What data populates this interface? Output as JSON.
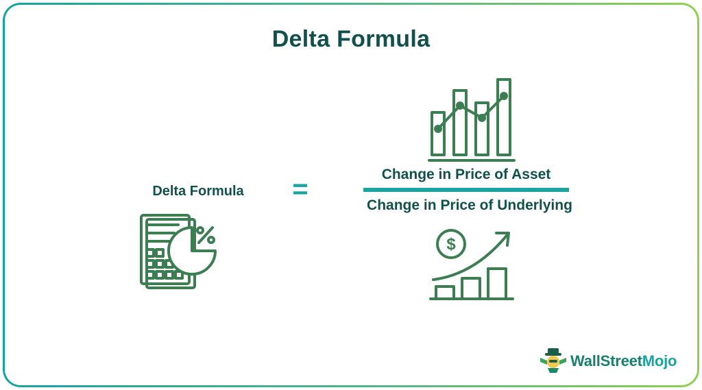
{
  "title": "Delta Formula",
  "formula": {
    "lhs": "Delta Formula",
    "operator": "=",
    "numerator": "Change in Price of Asset",
    "denominator": "Change in Price of Underlying"
  },
  "icons": {
    "lhs": "calculator-percent-pie-icon",
    "numerator": "bar-chart-trend-icon",
    "denominator": "dollar-growth-chart-icon"
  },
  "brand": {
    "part1": "WallStreet",
    "part2": "Mojo"
  },
  "colors": {
    "title": "#12504d",
    "accent": "#1aa3a0",
    "icon": "#3c7d52",
    "border_start": "#17a2a0",
    "border_end": "#8fd14f"
  }
}
